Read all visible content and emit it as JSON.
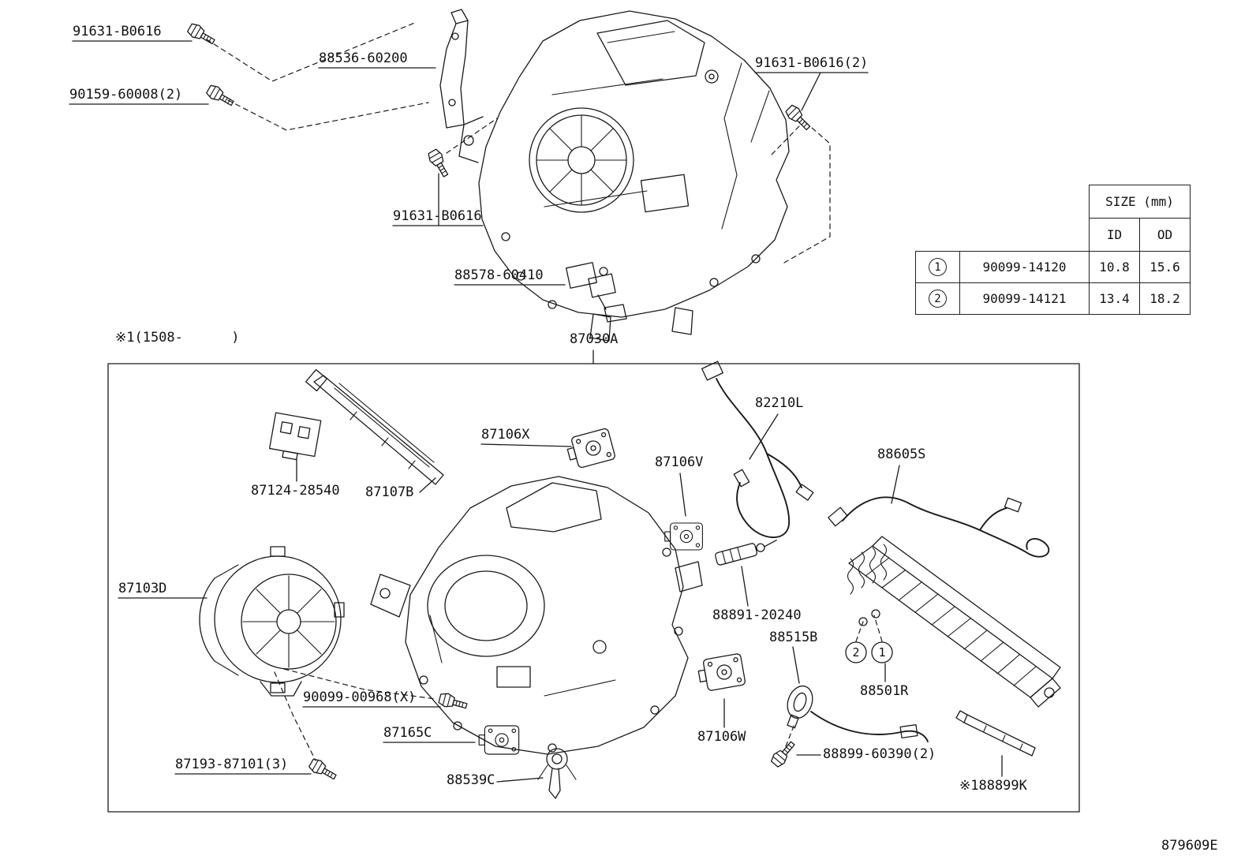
{
  "doc_number": "879609E",
  "note": "※1(1508-      )",
  "assembly_label": "87030A",
  "callouts": {
    "c1": "1",
    "c2": "2"
  },
  "size_table": {
    "title": "SIZE (mm)",
    "col_id": "ID",
    "col_od": "OD",
    "rows": [
      {
        "num": "1",
        "part_number": "90099-14120",
        "id_val": "10.8",
        "od_val": "15.6"
      },
      {
        "num": "2",
        "part_number": "90099-14121",
        "id_val": "13.4",
        "od_val": "18.2"
      }
    ]
  },
  "part_labels": {
    "bolt_top_left": "91631-B0616",
    "bracket_88536": "88536-60200",
    "screw_90159": "90159-60008(2)",
    "bolt_top_right": "91631-B0616(2)",
    "bolt_center": "91631-B0616",
    "resistor_88578": "88578-60410",
    "harness_82210l": "82210L",
    "servo_87106x": "87106X",
    "servo_87106v": "87106V",
    "harness_88605s": "88605S",
    "bracket_87124": "87124-28540",
    "duct_87107b": "87107B",
    "blower_87103d": "87103D",
    "tube_88891": "88891-20240",
    "sensor_88515b": "88515B",
    "screw_90099_00968": "90099-00968(X)",
    "servo_87165c": "87165C",
    "core_88501r": "88501R",
    "servo_87106w": "87106W",
    "screw_87193": "87193-87101(3)",
    "drain_88539c": "88539C",
    "screw_88899_60390": "88899-60390(2)",
    "strip_88899k": "※188899K"
  }
}
